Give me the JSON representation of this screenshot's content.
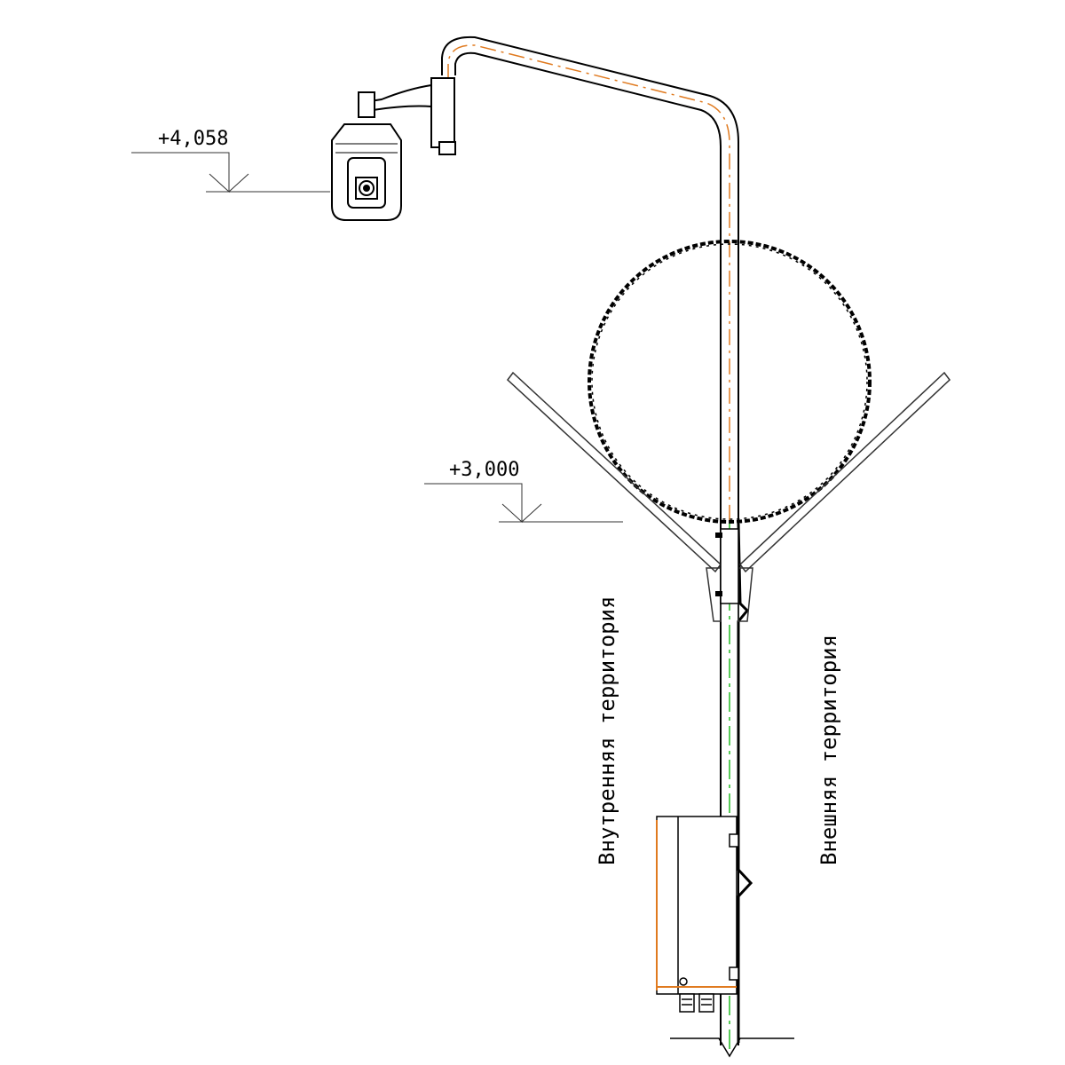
{
  "elevations": {
    "camera_level": "+4,058",
    "barrier_level": "+3,000"
  },
  "territories": {
    "inner": "Внутренняя территория",
    "outer": "Внешняя территория"
  },
  "colors": {
    "line": "#000000",
    "thin_line": "#555555",
    "pole_axis": "#e07a1f",
    "ground_axis": "#22bb22",
    "box_edge": "#e07a1f"
  }
}
